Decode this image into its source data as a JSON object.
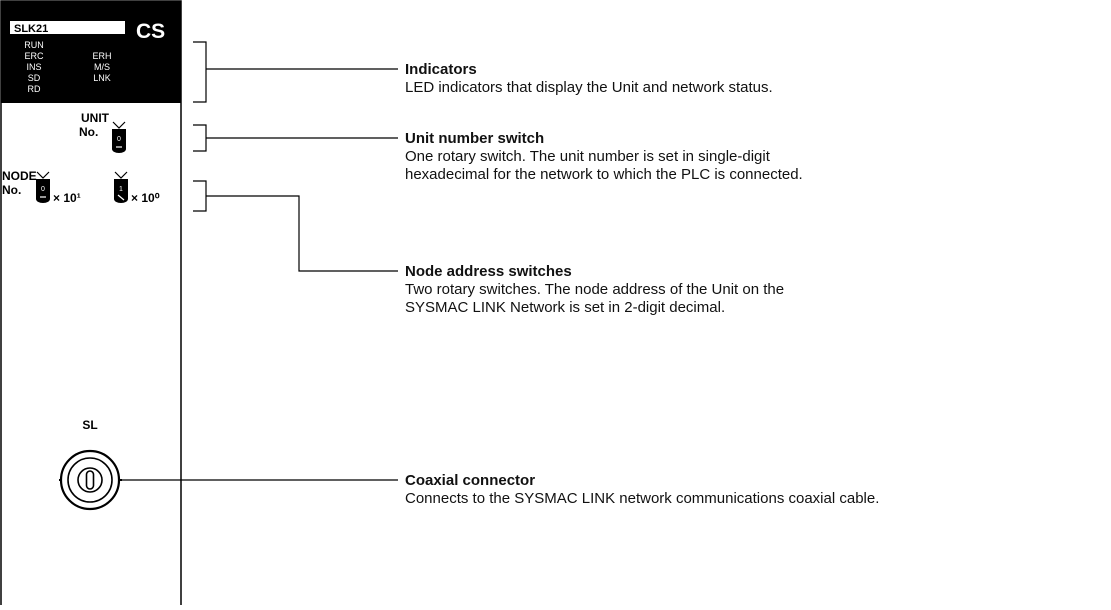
{
  "unit": {
    "model": "SLK21",
    "brand": "CS",
    "leds_left": [
      "RUN",
      "ERC",
      "INS",
      "SD",
      "RD"
    ],
    "leds_right": [
      "ERH",
      "M/S",
      "LNK"
    ],
    "unit_switch_label_1": "UNIT",
    "unit_switch_label_2": "No.",
    "unit_switch_value": "0",
    "node_label_1": "NODE",
    "node_label_2": "No.",
    "node_switch_1_value": "0",
    "node_switch_1_mult": "× 10¹",
    "node_switch_2_value": "1",
    "node_switch_2_mult": "× 10⁰",
    "connector_label": "SL"
  },
  "callouts": {
    "indicators": {
      "title": "Indicators",
      "lines": [
        "LED indicators that display the Unit and network status."
      ]
    },
    "unit_switch": {
      "title": "Unit number switch",
      "lines": [
        "One rotary switch. The unit number is set in single-digit",
        "hexadecimal for the network to which the PLC is connected."
      ]
    },
    "node_switches": {
      "title": "Node address switches",
      "lines": [
        "Two rotary switches. The node address of the Unit on the",
        "SYSMAC LINK Network is set in 2-digit decimal."
      ]
    },
    "coax": {
      "title": "Coaxial connector",
      "lines": [
        "Connects to the SYSMAC LINK network communications coaxial cable."
      ]
    }
  }
}
